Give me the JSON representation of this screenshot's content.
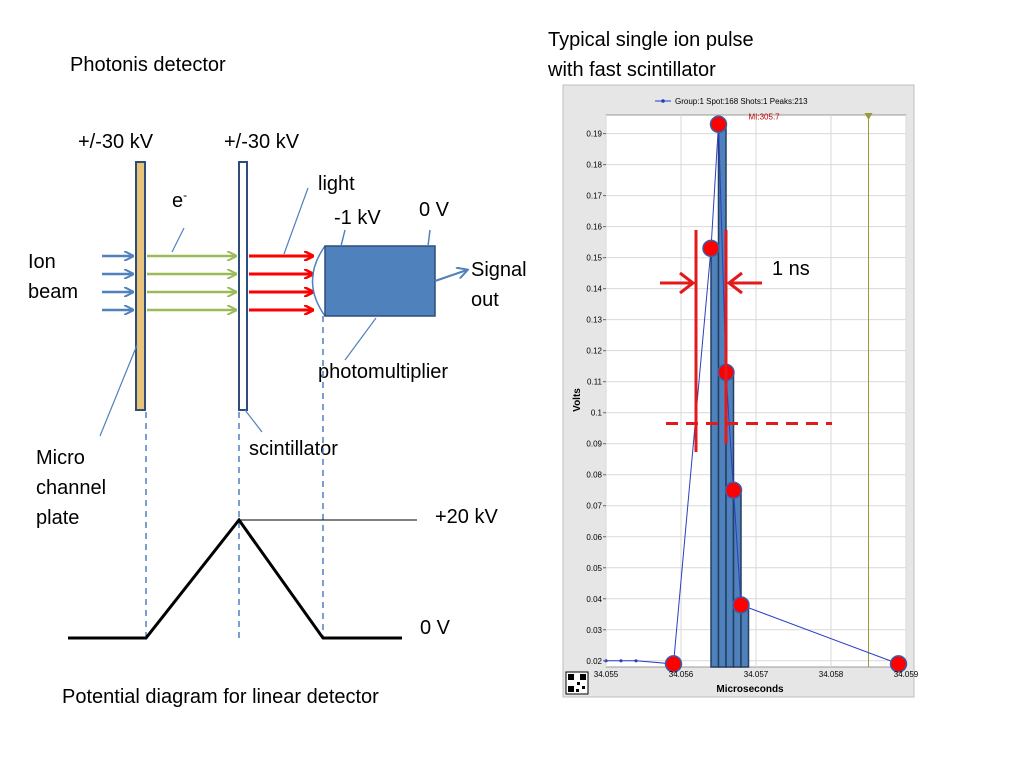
{
  "title": "Photonis detector",
  "left_diagram": {
    "mcp_voltage": "+/-30 kV",
    "scint_voltage": "+/-30 kV",
    "electron": "e",
    "electron_sup": "-",
    "light": "light",
    "pmt_voltage_cathode": "-1 kV",
    "pmt_voltage_anode": "0 V",
    "ion_beam_line1": "Ion",
    "ion_beam_line2": "beam",
    "signal_line1": "Signal",
    "signal_line2": "out",
    "photomultiplier": "photomultiplier",
    "scintillator": "scintillator",
    "mcp_line1": "Micro",
    "mcp_line2": "channel",
    "mcp_line3": "plate",
    "potential_peak": "+20 kV",
    "potential_base": "0 V",
    "caption": "Potential diagram for linear detector",
    "colors": {
      "ion_arrow": "#4f81bd",
      "electron_arrow": "#9bbb59",
      "light_arrow": "#ff0000",
      "pmt_fill": "#4f81bd",
      "mcp_fill": "#e8c37a",
      "outline": "#2e4d7b"
    }
  },
  "right_chart": {
    "heading_line1": "Typical single ion pulse",
    "heading_line2": "with fast scintillator",
    "legend": "Group:1 Spot:168 Shots:1 Peaks:213",
    "peak_label": "MI:305.7",
    "width_annotation": "1 ns",
    "colors": {
      "bar_fill": "#4f81bd",
      "bar_stroke": "#243f60",
      "marker": "#ff0000",
      "annotation": "#e31a1c",
      "plot_bg": "#ffffff",
      "panel_bg": "#e6e6e6"
    }
  },
  "chart_data": {
    "type": "bar",
    "xlabel": "Microseconds",
    "ylabel": "Volts",
    "xlim": [
      34.055,
      34.059
    ],
    "ylim": [
      0.018,
      0.196
    ],
    "x_ticks": [
      "34.055",
      "34.056",
      "34.057",
      "34.058",
      "34.059"
    ],
    "y_ticks": [
      "0.02",
      "0.03",
      "0.04",
      "0.05",
      "0.06",
      "0.07",
      "0.08",
      "0.09",
      "0.1",
      "0.11",
      "0.12",
      "0.13",
      "0.14",
      "0.15",
      "0.16",
      "0.17",
      "0.18",
      "0.19"
    ],
    "bars": [
      {
        "x0": 34.0564,
        "x1": 34.0565,
        "value": 0.153
      },
      {
        "x0": 34.0565,
        "x1": 34.0566,
        "value": 0.193
      },
      {
        "x0": 34.0566,
        "x1": 34.0567,
        "value": 0.113
      },
      {
        "x0": 34.0567,
        "x1": 34.0568,
        "value": 0.075
      },
      {
        "x0": 34.0568,
        "x1": 34.0569,
        "value": 0.038
      }
    ],
    "trace_points": [
      {
        "x": 34.055,
        "y": 0.02
      },
      {
        "x": 34.0552,
        "y": 0.02
      },
      {
        "x": 34.0554,
        "y": 0.02
      },
      {
        "x": 34.0559,
        "y": 0.019
      },
      {
        "x": 34.0564,
        "y": 0.153
      },
      {
        "x": 34.0565,
        "y": 0.193
      },
      {
        "x": 34.0566,
        "y": 0.113
      },
      {
        "x": 34.0567,
        "y": 0.075
      },
      {
        "x": 34.0568,
        "y": 0.038
      },
      {
        "x": 34.0589,
        "y": 0.019
      }
    ],
    "red_markers": [
      {
        "x": 34.0559,
        "y": 0.019
      },
      {
        "x": 34.0564,
        "y": 0.153
      },
      {
        "x": 34.0565,
        "y": 0.193
      },
      {
        "x": 34.0566,
        "y": 0.113
      },
      {
        "x": 34.0567,
        "y": 0.075
      },
      {
        "x": 34.0568,
        "y": 0.038
      },
      {
        "x": 34.0589,
        "y": 0.019
      }
    ],
    "half_max": 0.0965,
    "fwhm_left_x": 34.0562,
    "fwhm_right_x": 34.0566,
    "marker_line_x": 34.0585
  }
}
